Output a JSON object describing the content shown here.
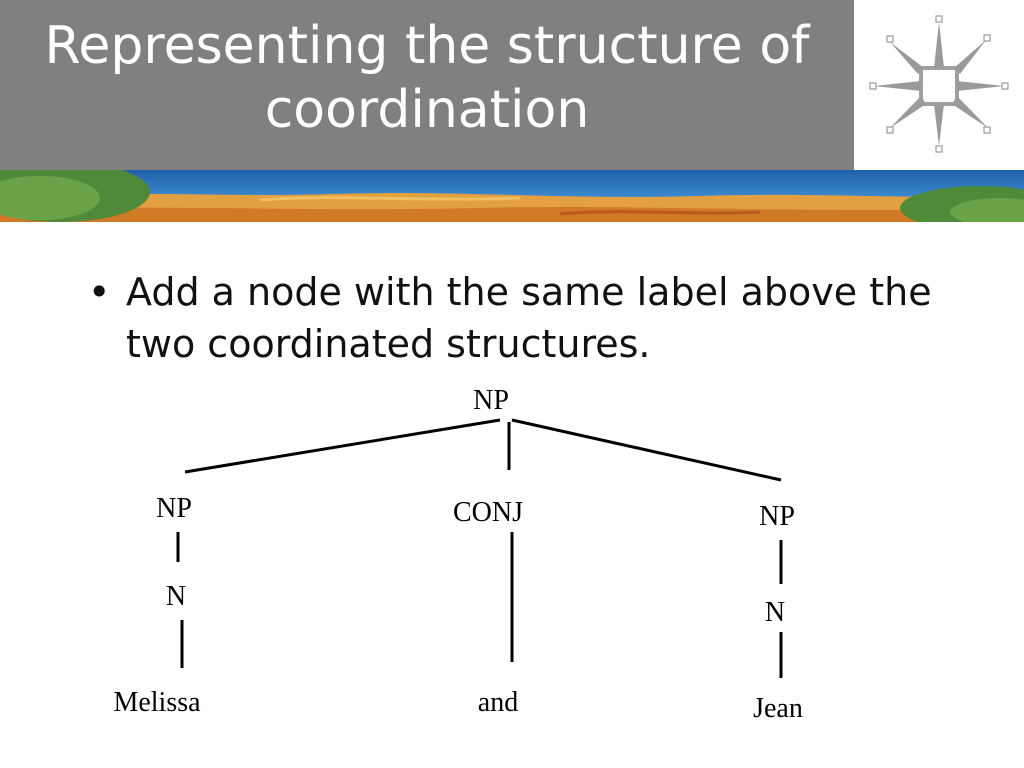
{
  "slide": {
    "title_line1": "Representing the structure of",
    "title_line2": "coordination",
    "bullet": "Add a node with the same label above the two coordinated structures."
  },
  "tree": {
    "root": "NP",
    "left_np": "NP",
    "left_n": "N",
    "left_word": "Melissa",
    "conj": "CONJ",
    "conj_word": "and",
    "right_np": "NP",
    "right_n": "N",
    "right_word": "Jean"
  },
  "colors": {
    "header": "#808080",
    "title_text": "#ffffff"
  },
  "icons": [
    "compass-star-logo-icon"
  ]
}
